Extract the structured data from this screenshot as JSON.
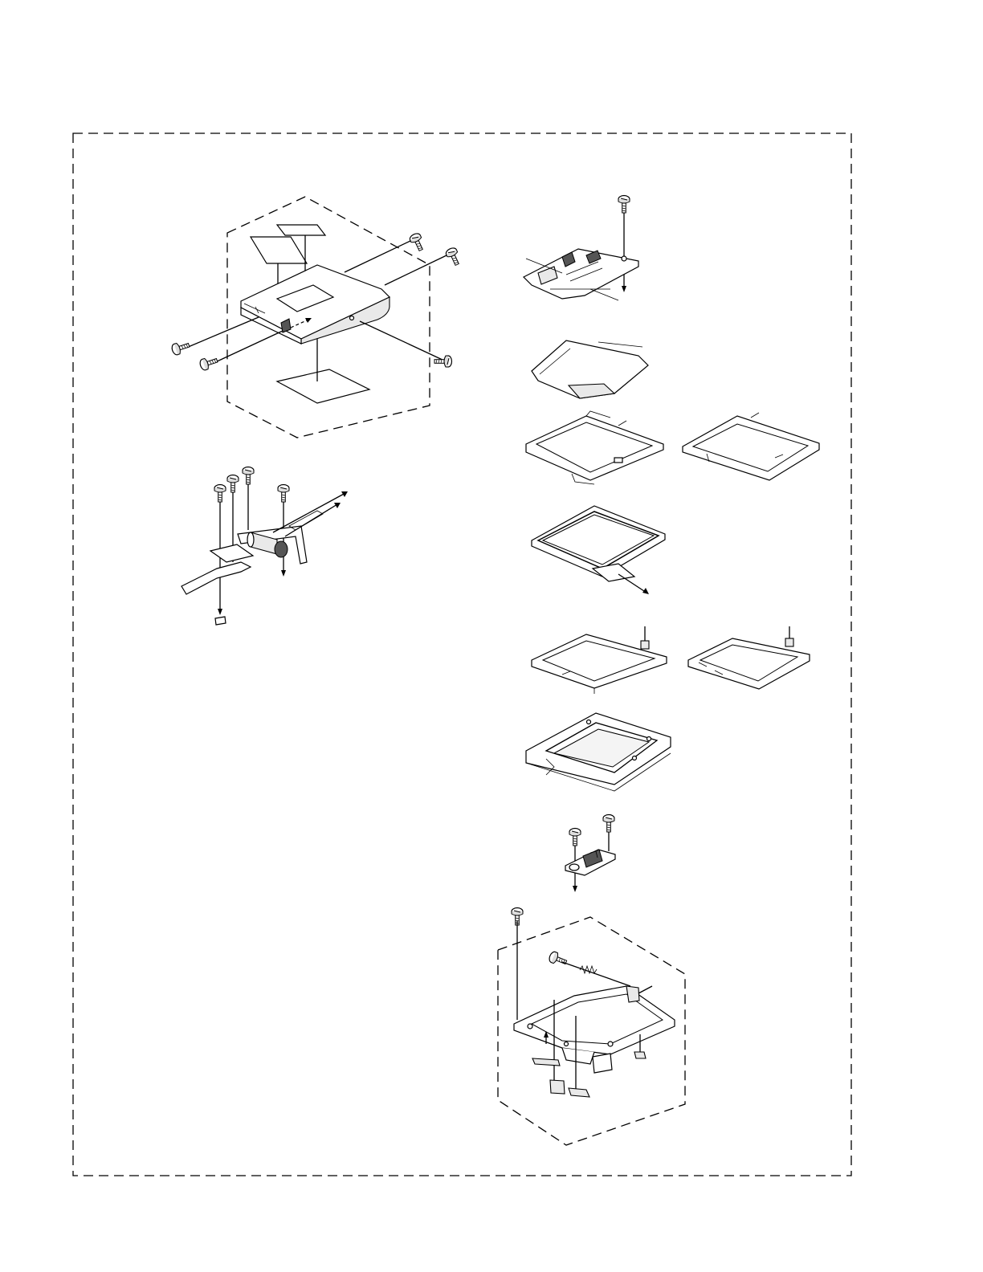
{
  "sheet": {
    "title": "",
    "border_style": "dashed"
  },
  "groups": [
    {
      "id": "cover-assembly",
      "boundary": "dashed-hexagon",
      "screws": 5
    },
    {
      "id": "hinge-assembly",
      "boundary": "none",
      "screws": 4
    },
    {
      "id": "board-stack",
      "boundary": "none",
      "screws": 1
    },
    {
      "id": "bottom-bracket-assembly",
      "boundary": "dashed-hexagon",
      "screws": 4
    }
  ],
  "colors": {
    "line": "#000000",
    "paper": "#ffffff",
    "fill_grey": "#e9e9e9"
  }
}
